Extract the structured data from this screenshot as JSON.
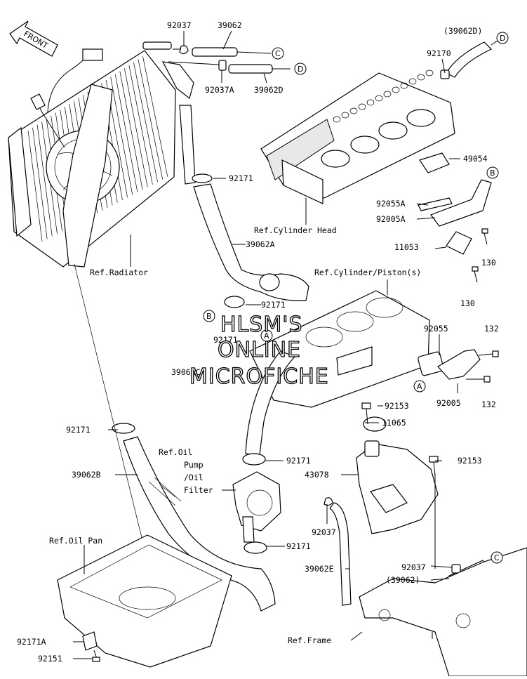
{
  "front_arrow": "FRONT",
  "watermark": [
    "HLSM'S",
    "ONLINE",
    "MICROFICHE"
  ],
  "labels": {
    "p92037_top": "92037",
    "p39062_top": "39062",
    "p39062D_paren": "(39062D)",
    "p92170": "92170",
    "p92037A": "92037A",
    "p39062D": "39062D",
    "p49054": "49054",
    "p92171_a": "92171",
    "p92055A": "92055A",
    "p92005A": "92005A",
    "p39062A": "39062A",
    "p11053": "11053",
    "p130_a": "130",
    "p130_b": "130",
    "p92171_b": "92171",
    "p92171_c": "92171",
    "p92055": "92055",
    "p132_a": "132",
    "p39062C": "39062C",
    "p92005": "92005",
    "p132_b": "132",
    "p92153_a": "92153",
    "p11065": "11065",
    "p92171_d": "92171",
    "p39062B": "39062B",
    "p92153_b": "92153",
    "p43078": "43078",
    "p92171_e": "92171",
    "p92037_b": "92037",
    "p92171_f": "92171",
    "p39062E": "39062E",
    "p92037_c": "92037",
    "p39062_paren": "(39062)",
    "p92171A": "92171A",
    "p92151": "92151"
  },
  "refs": {
    "cylinder_head": "Ref.Cylinder Head",
    "radiator": "Ref.Radiator",
    "cylinder_piston": "Ref.Cylinder/Piston(s)",
    "oil_pump": [
      "Ref.Oil",
      "Pump",
      "/Oil",
      "Filter"
    ],
    "oil_pan": "Ref.Oil Pan",
    "frame": "Ref.Frame"
  },
  "callouts": {
    "c1": "C",
    "d1": "D",
    "d2": "D",
    "b1": "B",
    "b2": "B",
    "a1": "A",
    "a2": "A",
    "c2": "C"
  }
}
